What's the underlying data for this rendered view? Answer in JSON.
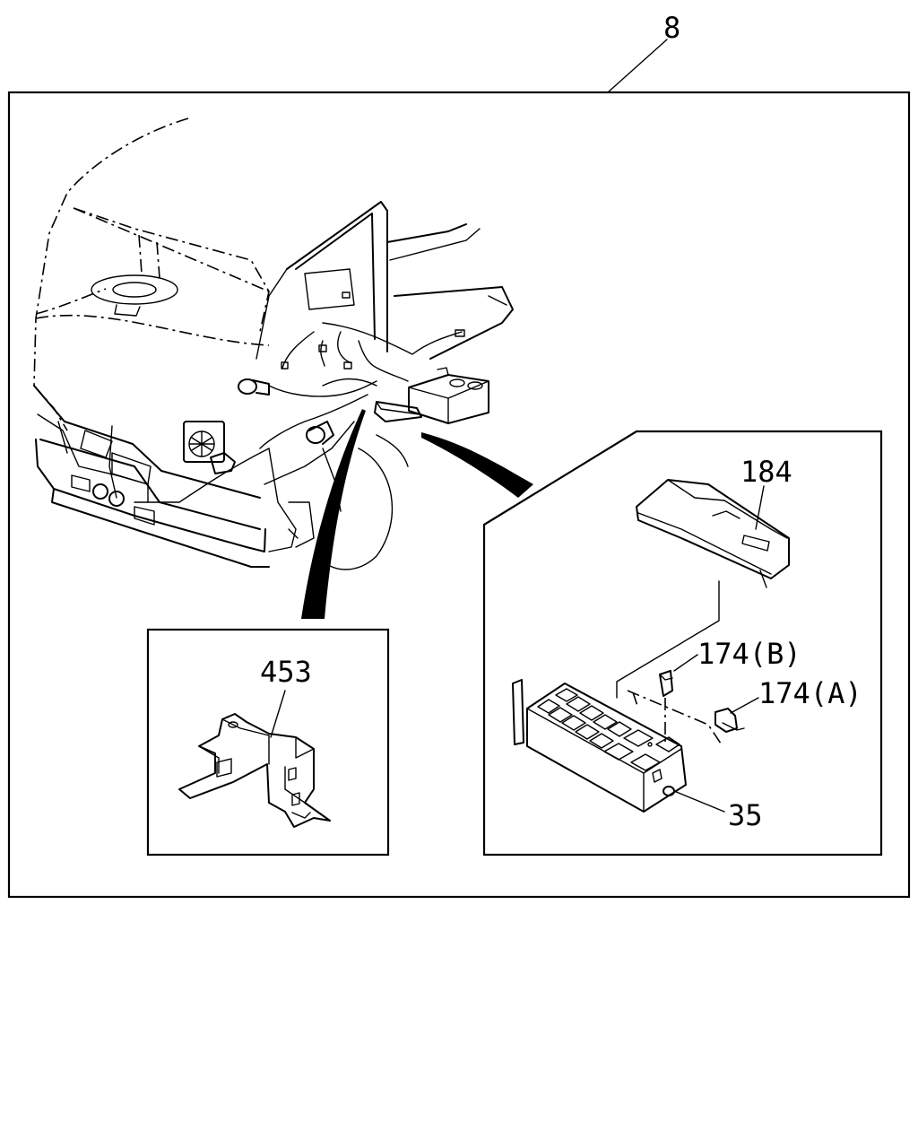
{
  "callouts": {
    "assembly": "8",
    "cover": "184",
    "relay_b": "174(B)",
    "relay_a": "174(A)",
    "bracket": "453",
    "fuse_box": "35"
  }
}
